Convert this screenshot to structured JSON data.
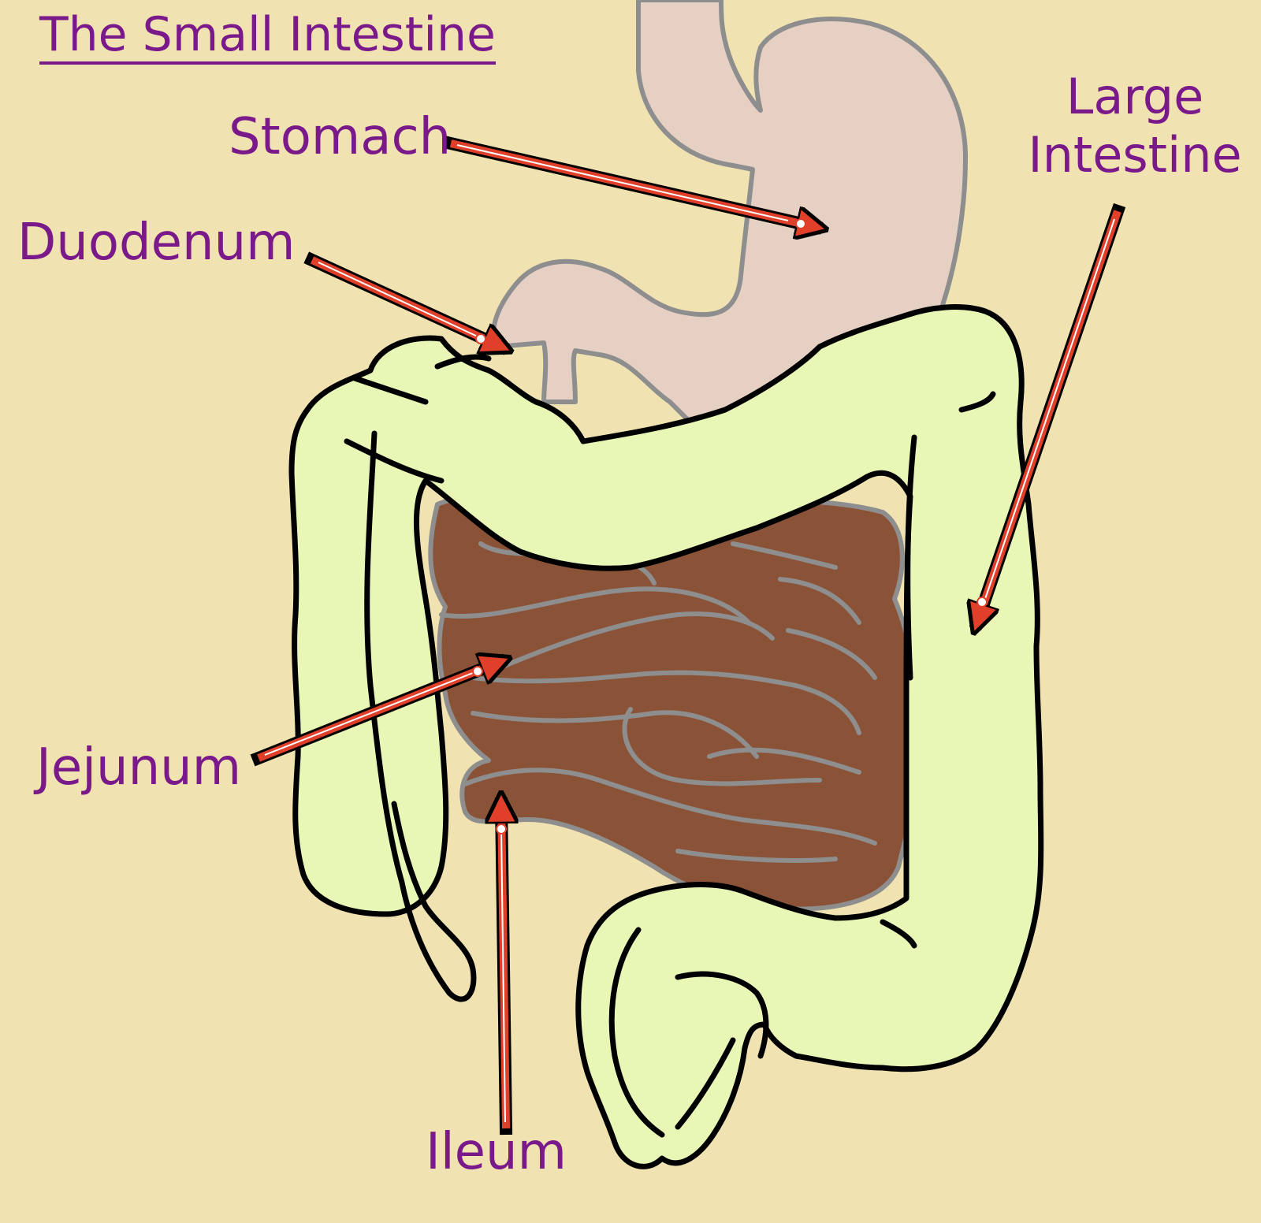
{
  "title": "The Small Intestine",
  "labels": {
    "stomach": "Stomach",
    "duodenum": "Duodenum",
    "large_intestine_line1": "Large",
    "large_intestine_line2": "Intestine",
    "jejunum": "Jejunum",
    "ileum": "Ileum"
  },
  "colors": {
    "background": "#f1e3b1",
    "label_text": "#7a1a8a",
    "stomach_fill": "#e6d0c4",
    "large_intestine_fill": "#e8f7b5",
    "small_intestine_fill": "#8a5338",
    "outline_gray": "#8e8e8e",
    "outline_black": "#000000",
    "arrow_red": "#e0402a"
  }
}
